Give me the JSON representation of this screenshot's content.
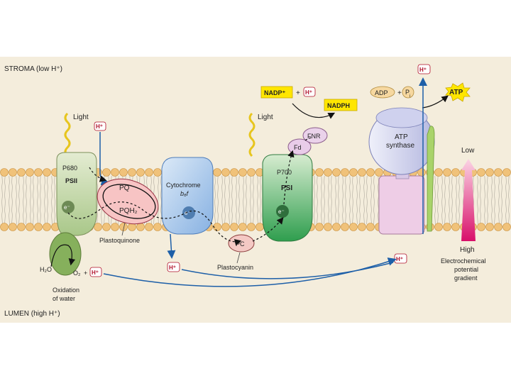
{
  "regions": {
    "stroma": "STROMA (low H⁺)",
    "lumen": "LUMEN (high H⁺)"
  },
  "labels": {
    "light_left": "Light",
    "light_right": "Light",
    "p680": "P680",
    "psii": "PSII",
    "e_minus": "e⁻",
    "pq": "PQ",
    "pqh2": "PQH₂",
    "plastoquinone": "Plastoquinone",
    "cytochrome_line1": "Cytochrome",
    "cytochrome_line2": "b₆f",
    "pc": "PC",
    "plastocyanin": "Plastocyanin",
    "p700": "P700",
    "psi": "PSI",
    "fd": "Fd",
    "fnr": "FNR",
    "nadp": "NADP⁺",
    "plus": "+",
    "nadph": "NADPH",
    "h_plus": "H⁺",
    "adp": "ADP",
    "pi": "P",
    "pi_sub": "i",
    "atp": "ATP",
    "atp_synthase_line1": "ATP",
    "atp_synthase_line2": "synthase",
    "low": "Low",
    "high": "High",
    "gradient_line1": "Electrochemical",
    "gradient_line2": "potential",
    "gradient_line3": "gradient",
    "h2o": "H₂O",
    "o2": "O₂",
    "oxidation_line1": "Oxidation",
    "oxidation_line2": "of water"
  },
  "colors": {
    "stroma_bg": "#f4eddc",
    "membrane_head": "#f0c27a",
    "psii": "#c9d9a8",
    "cytochrome": "#a8c7ea",
    "psi": "#4fae63",
    "atp_synthase": "#c7c9ea",
    "pq_oval": "#f7c4c4",
    "proton_arrow": "#1d5fa8",
    "gradient": "#e0267a",
    "nadp_box": "#ffe600"
  }
}
